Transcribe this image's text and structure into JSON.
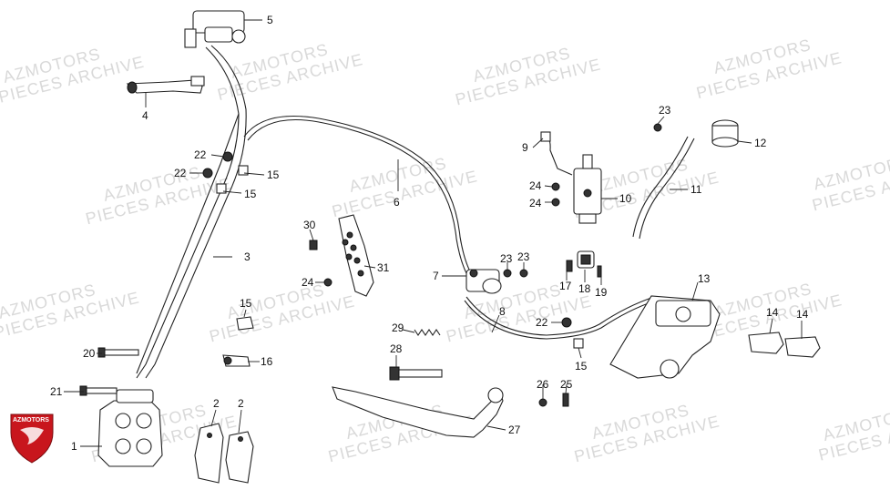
{
  "watermark": {
    "line1": "AZMOTORS",
    "line2": "PIECES ARCHIVE"
  },
  "logo": {
    "text": "AZMOTORS",
    "color": "#c8161d"
  },
  "callouts": [
    {
      "id": "c1",
      "label": "1"
    },
    {
      "id": "c2a",
      "label": "2"
    },
    {
      "id": "c2b",
      "label": "2"
    },
    {
      "id": "c3",
      "label": "3"
    },
    {
      "id": "c4",
      "label": "4"
    },
    {
      "id": "c5",
      "label": "5"
    },
    {
      "id": "c6",
      "label": "6"
    },
    {
      "id": "c7",
      "label": "7"
    },
    {
      "id": "c8",
      "label": "8"
    },
    {
      "id": "c9",
      "label": "9"
    },
    {
      "id": "c10",
      "label": "10"
    },
    {
      "id": "c11",
      "label": "11"
    },
    {
      "id": "c12",
      "label": "12"
    },
    {
      "id": "c13",
      "label": "13"
    },
    {
      "id": "c14a",
      "label": "14"
    },
    {
      "id": "c14b",
      "label": "14"
    },
    {
      "id": "c15a",
      "label": "15"
    },
    {
      "id": "c15b",
      "label": "15"
    },
    {
      "id": "c15c",
      "label": "15"
    },
    {
      "id": "c15d",
      "label": "15"
    },
    {
      "id": "c16",
      "label": "16"
    },
    {
      "id": "c17",
      "label": "17"
    },
    {
      "id": "c18",
      "label": "18"
    },
    {
      "id": "c19",
      "label": "19"
    },
    {
      "id": "c20",
      "label": "20"
    },
    {
      "id": "c21",
      "label": "21"
    },
    {
      "id": "c22a",
      "label": "22"
    },
    {
      "id": "c22b",
      "label": "22"
    },
    {
      "id": "c22c",
      "label": "22"
    },
    {
      "id": "c23a",
      "label": "23"
    },
    {
      "id": "c23b",
      "label": "23"
    },
    {
      "id": "c23c",
      "label": "23"
    },
    {
      "id": "c24a",
      "label": "24"
    },
    {
      "id": "c24b",
      "label": "24"
    },
    {
      "id": "c24c",
      "label": "24"
    },
    {
      "id": "c25",
      "label": "25"
    },
    {
      "id": "c26",
      "label": "26"
    },
    {
      "id": "c27",
      "label": "27"
    },
    {
      "id": "c28",
      "label": "28"
    },
    {
      "id": "c29",
      "label": "29"
    },
    {
      "id": "c30",
      "label": "30"
    },
    {
      "id": "c31",
      "label": "31"
    }
  ]
}
